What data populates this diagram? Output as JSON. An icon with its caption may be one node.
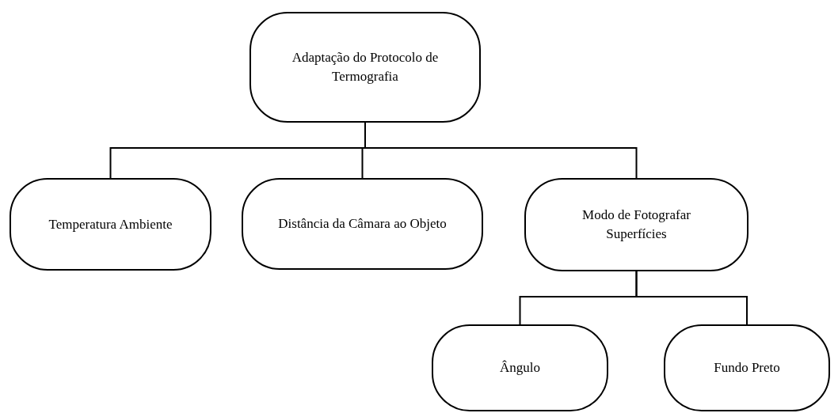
{
  "diagram": {
    "nodes": [
      {
        "text": [
          "Adaptação do Protocolo de Termografia"
        ]
      },
      {
        "text": [
          "Temperatura Ambiente"
        ]
      },
      {
        "text": [
          "Distância da Câmara ao Objeto"
        ]
      },
      {
        "text": [
          "Modo de Fotografar Superfícies"
        ]
      },
      {
        "text": [
          "Ângulo"
        ]
      },
      {
        "text": [
          "Fundo Preto"
        ]
      }
    ],
    "edges": [
      {
        "from": 0,
        "to": 1,
        "arrow": "none"
      },
      {
        "from": 0,
        "to": 2,
        "arrow": "none"
      },
      {
        "from": 0,
        "to": 3,
        "arrow": "none"
      },
      {
        "from": 3,
        "to": 4,
        "arrow": "none"
      },
      {
        "from": 3,
        "to": 5,
        "arrow": "none"
      }
    ]
  }
}
